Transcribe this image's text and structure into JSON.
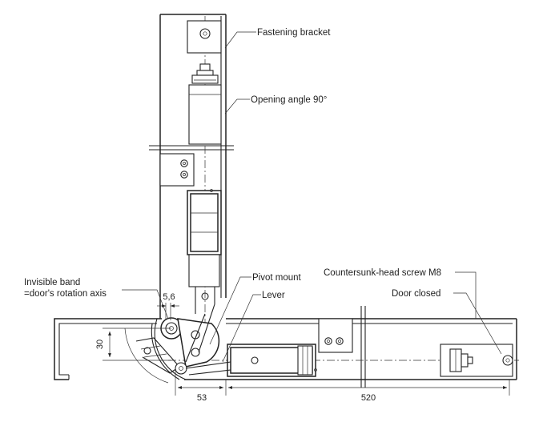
{
  "labels": {
    "fastening_bracket": "Fastening bracket",
    "opening_angle": "Opening angle 90°",
    "invisible_band_line1": "Invisible band",
    "invisible_band_line2": "=door's rotation axis",
    "pivot_mount": "Pivot mount",
    "lever": "Lever",
    "countersunk_screw": "Countersunk-head screw M8",
    "door_closed": "Door closed"
  },
  "dimensions": {
    "gap": "5,6",
    "offset": "30",
    "width_left": "53",
    "width_right": "520"
  }
}
